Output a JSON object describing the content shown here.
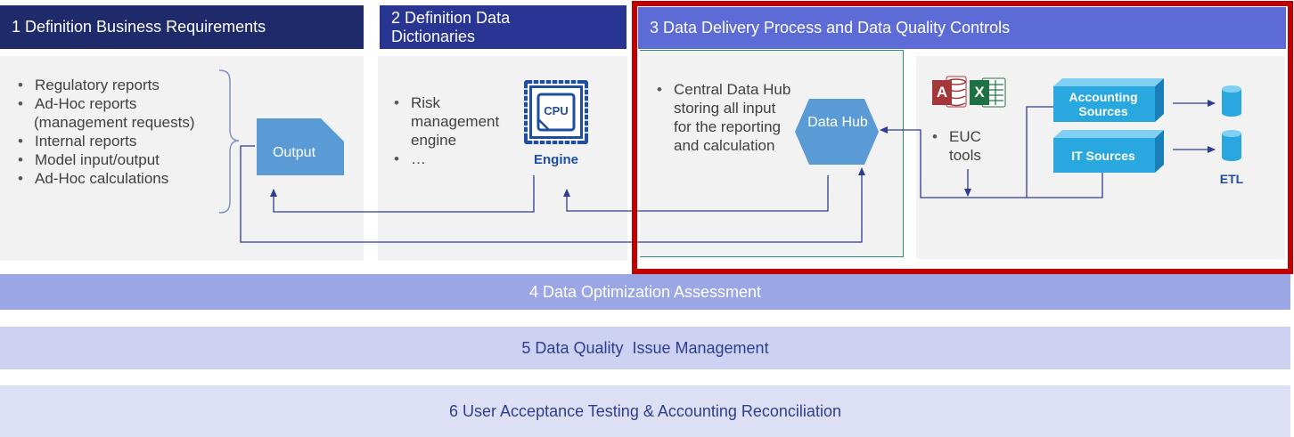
{
  "sections": {
    "s1": {
      "title": "1 Definition Business Requirements",
      "bullets": [
        "Regulatory reports",
        "Ad-Hoc reports",
        "(management requests)",
        "Internal reports",
        "Model input/output",
        "Ad-Hoc calculations"
      ],
      "output_label": "Output"
    },
    "s2": {
      "title": "2 Definition Data Dictionaries",
      "bullets": [
        "Risk management engine",
        "…"
      ],
      "cpu_label": "CPU",
      "engine_label": "Engine"
    },
    "s3": {
      "title": "3 Data Delivery Process and Data Quality Controls",
      "bullets": [
        "Central Data Hub storing all input for the reporting and calculation"
      ],
      "hub_label": "Data Hub",
      "euc_label": "EUC tools",
      "access_letter": "A",
      "excel_letter": "X",
      "accounting_label": "Accounting Sources",
      "it_label": "IT Sources",
      "etl_label": "ETL"
    }
  },
  "bands": [
    {
      "label": "4 Data Optimization Assessment"
    },
    {
      "label": "5 Data Quality  Issue Management"
    },
    {
      "label": "6 User Acceptance Testing & Accounting Reconciliation"
    }
  ],
  "colors": {
    "header_dark": "#1f2a6b",
    "header_mid": "#283593",
    "header_light": "#5c6bd6",
    "highlight_border": "#c00000",
    "shape_blue": "#5b9bd5",
    "cube_blue": "#29a8e0",
    "arrow": "#2e3d8f"
  },
  "icons": [
    "cpu-icon",
    "access-icon",
    "excel-icon",
    "database-icon"
  ]
}
